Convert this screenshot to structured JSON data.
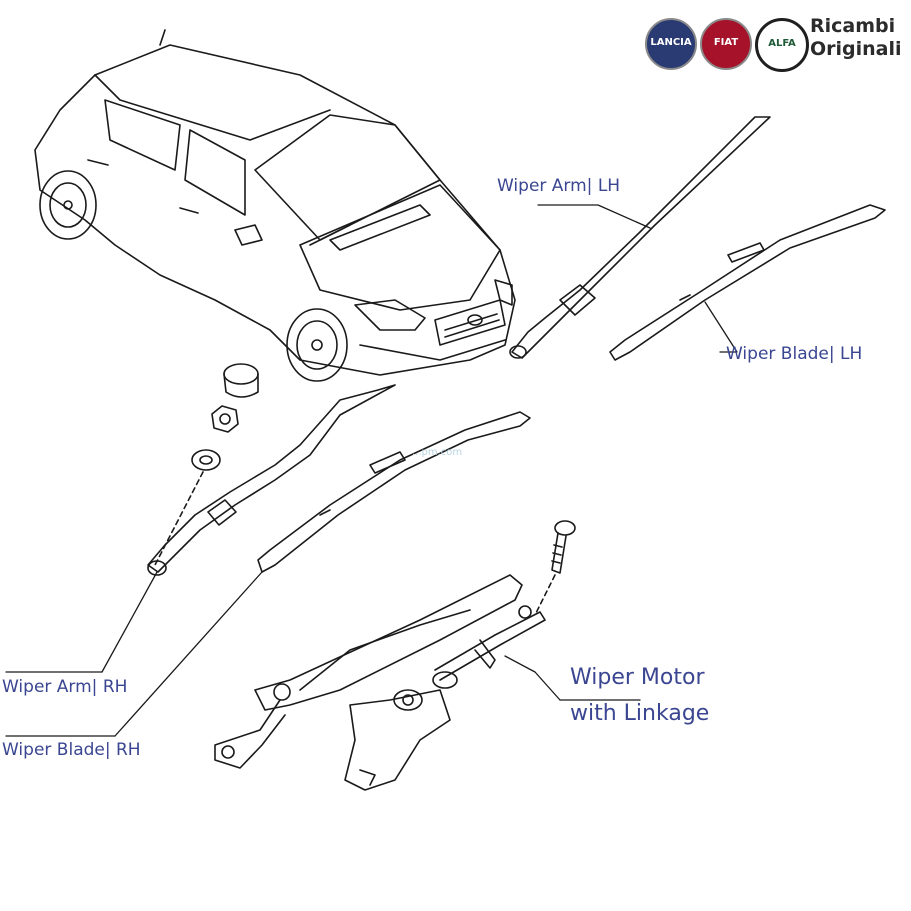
{
  "brand": {
    "line1": "Ricambi",
    "line2": "Originali",
    "logos": [
      {
        "name": "lancia-logo",
        "text": "LANCIA",
        "color": "#2a3a73"
      },
      {
        "name": "fiat-logo",
        "text": "FIAT",
        "color": "#a5122a"
      },
      {
        "name": "alfa-romeo-logo",
        "text": "ALFA",
        "color": "#1f5a38"
      }
    ]
  },
  "watermark": "...pm.com",
  "labels": {
    "wiper_arm_lh": "Wiper Arm| LH",
    "wiper_blade_lh": "Wiper Blade| LH",
    "wiper_arm_rh": "Wiper Arm| RH",
    "wiper_blade_rh": "Wiper Blade| RH",
    "wiper_motor_line1": "Wiper Motor",
    "wiper_motor_line2": "with Linkage"
  },
  "colors": {
    "callout_text": "#3a4691",
    "line_art": "#1a1a1a"
  }
}
